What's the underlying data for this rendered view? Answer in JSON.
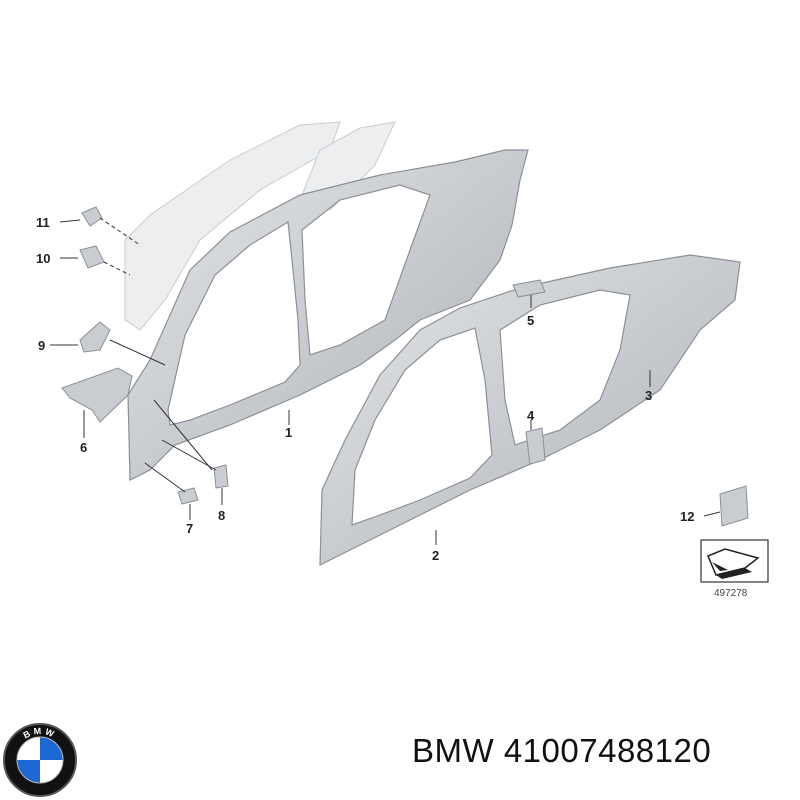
{
  "callouts": {
    "c1": "1",
    "c2": "2",
    "c3": "3",
    "c4": "4",
    "c5": "5",
    "c6": "6",
    "c7": "7",
    "c8": "8",
    "c9": "9",
    "c10": "10",
    "c11": "11",
    "c12": "12"
  },
  "reference_number": "497278",
  "footer": {
    "brand": "BMW",
    "part_number": "41007488120"
  },
  "logo": {
    "letters": "BMW",
    "colors": {
      "blue": "#1c69d4",
      "ring": "#111111",
      "white": "#ffffff"
    }
  },
  "colors": {
    "panel_fill": "#cdd0d4",
    "panel_stroke": "#8c9096",
    "ghost_fill": "#eceeef",
    "line": "#333333"
  }
}
